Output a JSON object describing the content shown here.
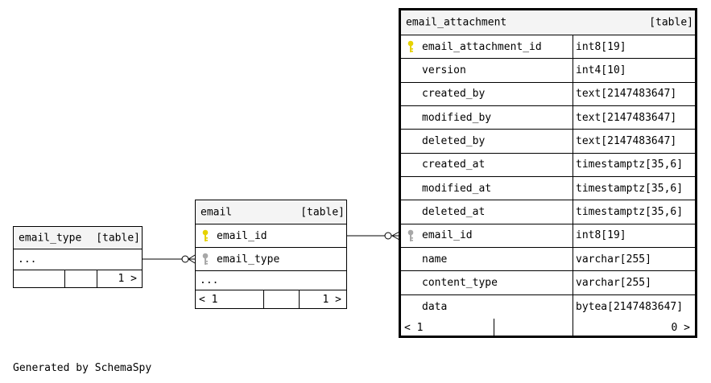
{
  "tables": {
    "email_type": {
      "name": "email_type",
      "kind": "[table]",
      "placeholder": "...",
      "footer": {
        "left": "",
        "middle": "",
        "right": "1 >"
      }
    },
    "email": {
      "name": "email",
      "kind": "[table]",
      "columns": [
        {
          "name": "email_id",
          "key": "primary"
        },
        {
          "name": "email_type",
          "key": "foreign"
        }
      ],
      "placeholder": "...",
      "footer": {
        "left": "< 1",
        "middle": "",
        "right": "1 >"
      }
    },
    "email_attachment": {
      "name": "email_attachment",
      "kind": "[table]",
      "columns": [
        {
          "name": "email_attachment_id",
          "type": "int8[19]",
          "key": "primary"
        },
        {
          "name": "version",
          "type": "int4[10]",
          "key": ""
        },
        {
          "name": "created_by",
          "type": "text[2147483647]",
          "key": ""
        },
        {
          "name": "modified_by",
          "type": "text[2147483647]",
          "key": ""
        },
        {
          "name": "deleted_by",
          "type": "text[2147483647]",
          "key": ""
        },
        {
          "name": "created_at",
          "type": "timestamptz[35,6]",
          "key": ""
        },
        {
          "name": "modified_at",
          "type": "timestamptz[35,6]",
          "key": ""
        },
        {
          "name": "deleted_at",
          "type": "timestamptz[35,6]",
          "key": ""
        },
        {
          "name": "email_id",
          "type": "int8[19]",
          "key": "foreign"
        },
        {
          "name": "name",
          "type": "varchar[255]",
          "key": ""
        },
        {
          "name": "content_type",
          "type": "varchar[255]",
          "key": ""
        },
        {
          "name": "data",
          "type": "bytea[2147483647]",
          "key": ""
        }
      ],
      "footer": {
        "left": "< 1",
        "middle": "",
        "right": "0 >"
      }
    }
  },
  "credit": "Generated by SchemaSpy",
  "colors": {
    "primary_key": "#e6d200",
    "foreign_key": "#a8a8a8",
    "header_bg": "#f4f4f4"
  }
}
